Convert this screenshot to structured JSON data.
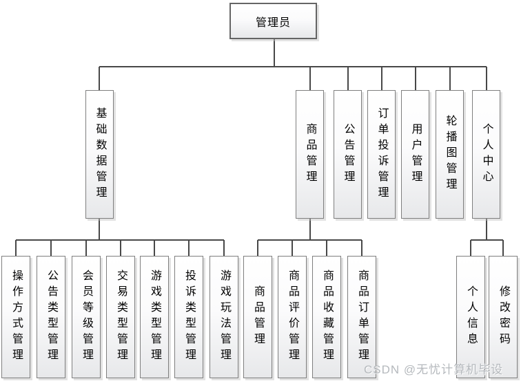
{
  "tree": {
    "root": {
      "label": "管理员"
    },
    "branches": [
      {
        "label": "基础数据管理",
        "children": [
          {
            "label": "操作方式管理"
          },
          {
            "label": "公告类型管理"
          },
          {
            "label": "会员等级管理"
          },
          {
            "label": "交易类型管理"
          },
          {
            "label": "游戏类型管理"
          },
          {
            "label": "投诉类型管理"
          },
          {
            "label": "游戏玩法管理"
          }
        ]
      },
      {
        "label": "商品管理",
        "children": [
          {
            "label": "商品管理"
          },
          {
            "label": "商品评价管理"
          },
          {
            "label": "商品收藏管理"
          },
          {
            "label": "商品订单管理"
          }
        ]
      },
      {
        "label": "公告管理",
        "children": []
      },
      {
        "label": "订单投诉管理",
        "children": []
      },
      {
        "label": "用户管理",
        "children": []
      },
      {
        "label": "轮播图管理",
        "children": []
      },
      {
        "label": "个人中心",
        "children": [
          {
            "label": "个人信息"
          },
          {
            "label": "修改密码"
          }
        ]
      }
    ]
  },
  "watermark": {
    "text": "CSDN @无忧计算机毕设"
  },
  "colors": {
    "line": "#474747",
    "node_border": "#7e7e7e",
    "node_fill_top": "#ffffff",
    "node_fill_bottom": "#e7e8ea",
    "watermark_text": "#b5b9bd"
  }
}
